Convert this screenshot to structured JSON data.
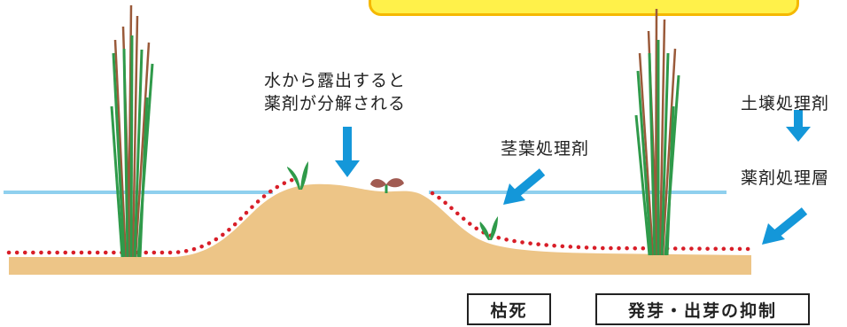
{
  "labels": {
    "exposed_line1": "水から露出すると",
    "exposed_line2": "薬剤が分解される",
    "foliar": "茎葉処理剤",
    "soil_treatment": "土壌処理剤",
    "chemical_layer": "薬剤処理層"
  },
  "outcomes": {
    "wither": "枯死",
    "suppress": "発芽・出芽の抑制"
  },
  "colors": {
    "soil": "#edc587",
    "water": "#8fd0ee",
    "arrow": "#1497d9",
    "dots": "#d81e28",
    "rice_green": "#2f9a4a",
    "rice_brown": "#9a5a3a",
    "banner_fill": "#fff14a",
    "banner_border": "#f5b800"
  }
}
